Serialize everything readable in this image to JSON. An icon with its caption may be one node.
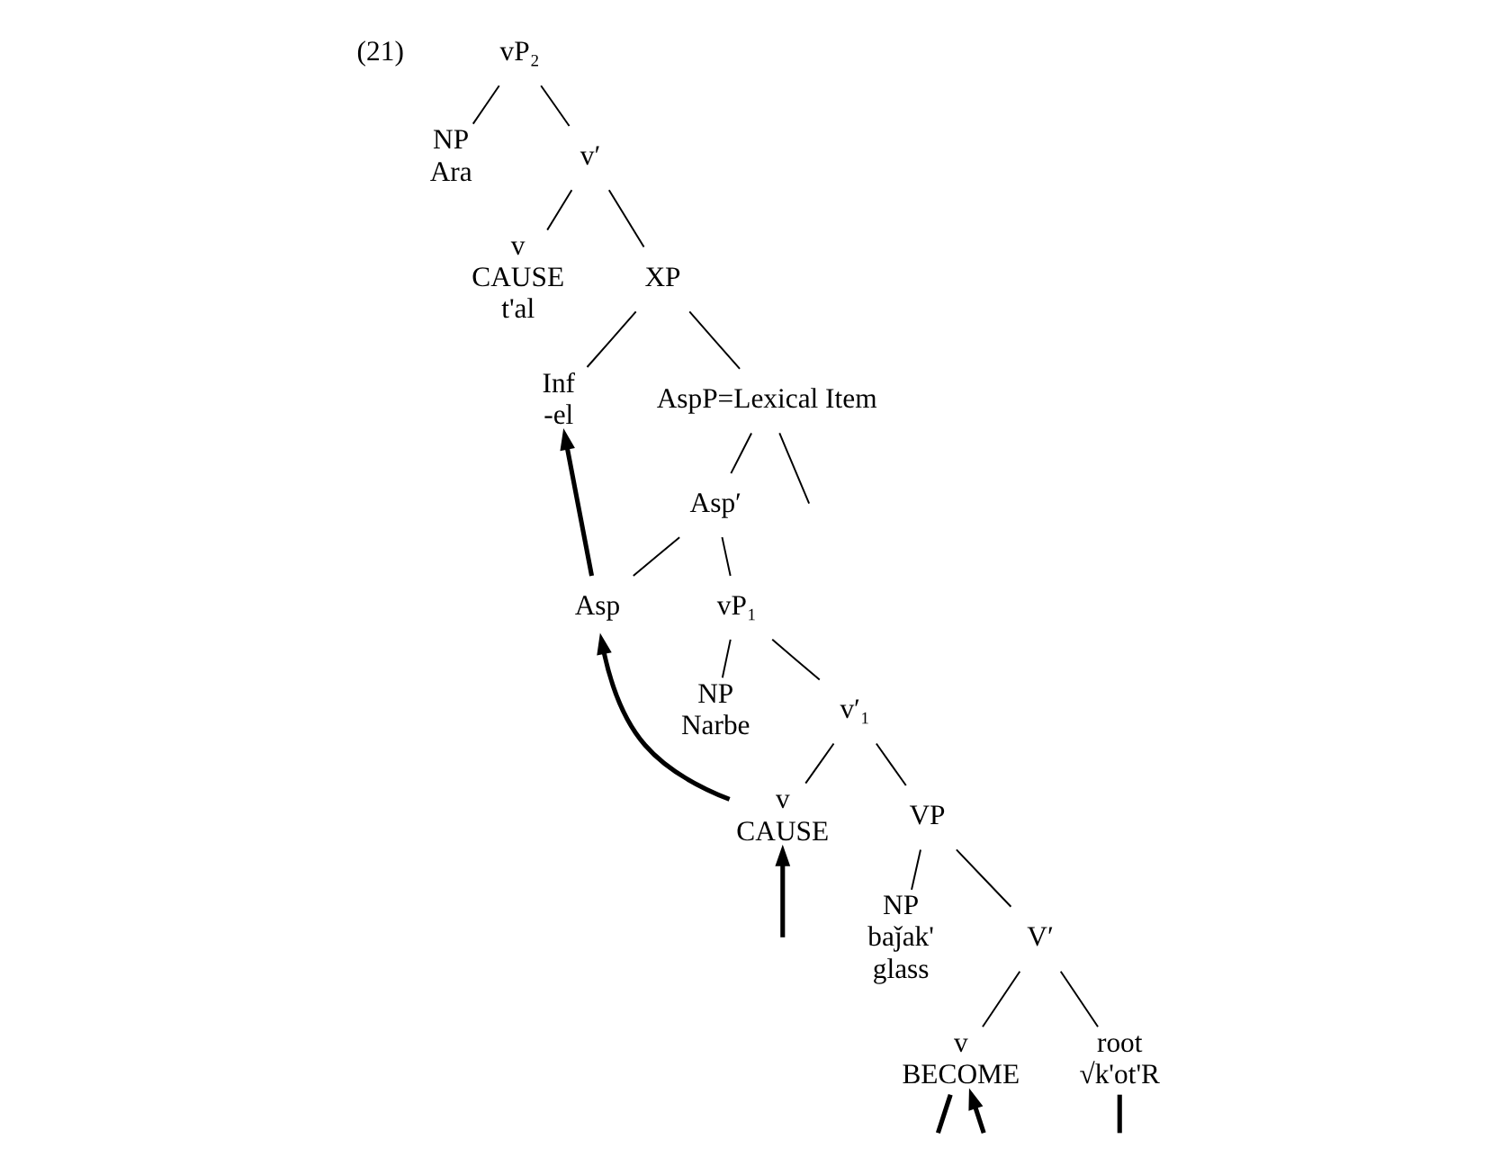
{
  "diagram": {
    "nodes": [
      {
        "text": [
          "vP₂"
        ]
      },
      {
        "text": [
          "NP",
          "Ara"
        ]
      },
      {
        "text": [
          "v′"
        ]
      },
      {
        "text": [
          "v",
          "CAUSE",
          "t'al"
        ]
      },
      {
        "text": [
          "XP"
        ]
      },
      {
        "text": [
          "Inf",
          "-el"
        ]
      },
      {
        "text": [
          "AspP=Lexical Item"
        ]
      },
      {
        "text": [
          "Asp′"
        ]
      },
      {
        "text": [
          "Asp"
        ]
      },
      {
        "text": [
          "vP₁"
        ]
      },
      {
        "text": [
          "NP",
          "Narbe"
        ]
      },
      {
        "text": [
          "v′₁"
        ]
      },
      {
        "text": [
          "v",
          "CAUSE"
        ]
      },
      {
        "text": [
          "VP"
        ]
      },
      {
        "text": [
          "NP",
          "baǰak'",
          "glass"
        ]
      },
      {
        "text": [
          "V′"
        ]
      },
      {
        "text": [
          "v",
          "BECOME"
        ]
      },
      {
        "text": [
          "root",
          "√k'ot'R"
        ]
      }
    ],
    "edges": [
      {
        "from": 0,
        "to": 1,
        "arrow": "none"
      },
      {
        "from": 0,
        "to": 2,
        "arrow": "none"
      },
      {
        "from": 2,
        "to": 3,
        "arrow": "none"
      },
      {
        "from": 2,
        "to": 4,
        "arrow": "none"
      },
      {
        "from": 4,
        "to": 5,
        "arrow": "none"
      },
      {
        "from": 4,
        "to": 6,
        "arrow": "none"
      },
      {
        "from": 6,
        "to": null,
        "arrow": "none"
      },
      {
        "from": 6,
        "to": 7,
        "arrow": "none"
      },
      {
        "from": 7,
        "to": 8,
        "arrow": "none"
      },
      {
        "from": 7,
        "to": 9,
        "arrow": "none"
      },
      {
        "from": 9,
        "to": 10,
        "arrow": "none"
      },
      {
        "from": 9,
        "to": 11,
        "arrow": "none"
      },
      {
        "from": 11,
        "to": 12,
        "arrow": "none"
      },
      {
        "from": 11,
        "to": 13,
        "arrow": "none"
      },
      {
        "from": 13,
        "to": 14,
        "arrow": "none"
      },
      {
        "from": 13,
        "to": 15,
        "arrow": "none"
      },
      {
        "from": 15,
        "to": 16,
        "arrow": "none"
      },
      {
        "from": 15,
        "to": 17,
        "arrow": "none"
      },
      {
        "from": 8,
        "to": 5,
        "arrow": "to",
        "style": "thick"
      },
      {
        "from": 12,
        "to": 8,
        "arrow": "to",
        "style": "thick"
      },
      {
        "from": null,
        "to": 12,
        "arrow": "to",
        "style": "thick"
      },
      {
        "from": 16,
        "to": null,
        "arrow": "none",
        "style": "thick"
      },
      {
        "from": null,
        "to": 16,
        "arrow": "to",
        "style": "thick"
      },
      {
        "from": 17,
        "to": null,
        "arrow": "none",
        "style": "thick"
      }
    ],
    "labels": [
      "(21)"
    ]
  }
}
